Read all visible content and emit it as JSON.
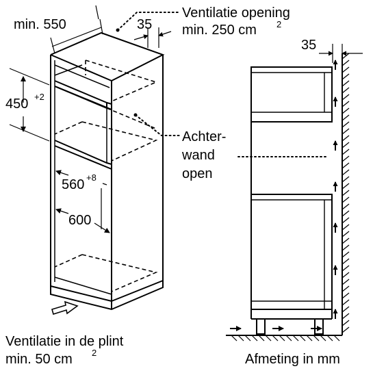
{
  "labels": {
    "min_width_value": "min. 550",
    "depth_35_top": "35",
    "ventilation_opening_line1": "Ventilatie opening",
    "ventilation_opening_line2": "min. 250 cm",
    "ventilation_opening_sup": "2",
    "side_gap_35": "35",
    "niche_height_value": "450",
    "niche_height_tol": "+2",
    "back_wall_line1": "Achter-",
    "back_wall_line2": "wand",
    "back_wall_line3": "open",
    "niche_width_value": "560",
    "niche_width_tol": "+8",
    "depth_600": "600",
    "plinth_vent_line1": "Ventilatie in de plint",
    "plinth_vent_line2": "min. 50 cm",
    "plinth_vent_sup": "2",
    "units_note": "Afmeting in mm"
  },
  "colors": {
    "line": "#000000",
    "cabinet_fill": "#ffffff",
    "wall_hatch": "#000000"
  }
}
